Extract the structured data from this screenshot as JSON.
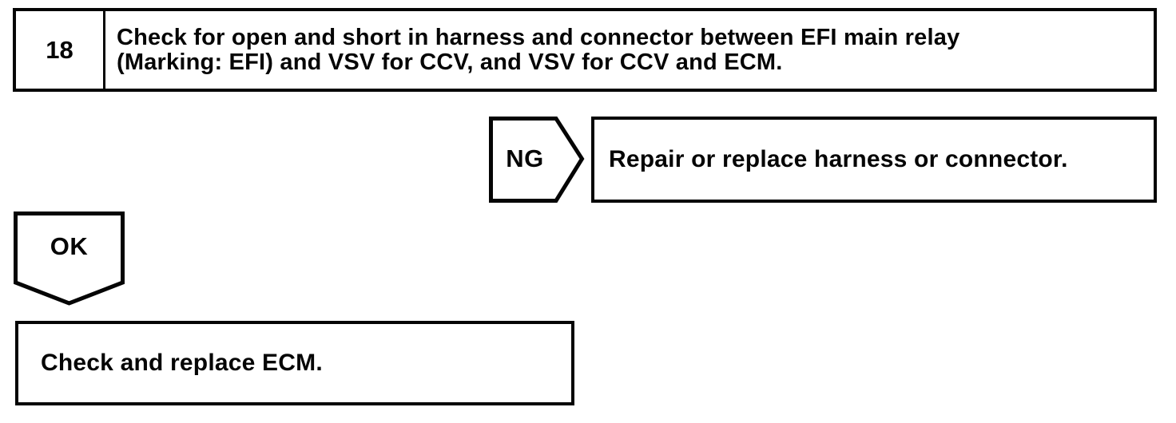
{
  "flowchart": {
    "step": {
      "number": "18",
      "instruction": "Check for open and short in harness and connector between EFI main relay\n(Marking: EFI) and VSV for CCV, and VSV for CCV and ECM."
    },
    "ng_branch": {
      "label": "NG",
      "action": "Repair or replace harness or connector."
    },
    "ok_branch": {
      "label": "OK",
      "action": "Check and replace ECM."
    },
    "colors": {
      "line": "#050505",
      "background": "#ffffff"
    }
  }
}
